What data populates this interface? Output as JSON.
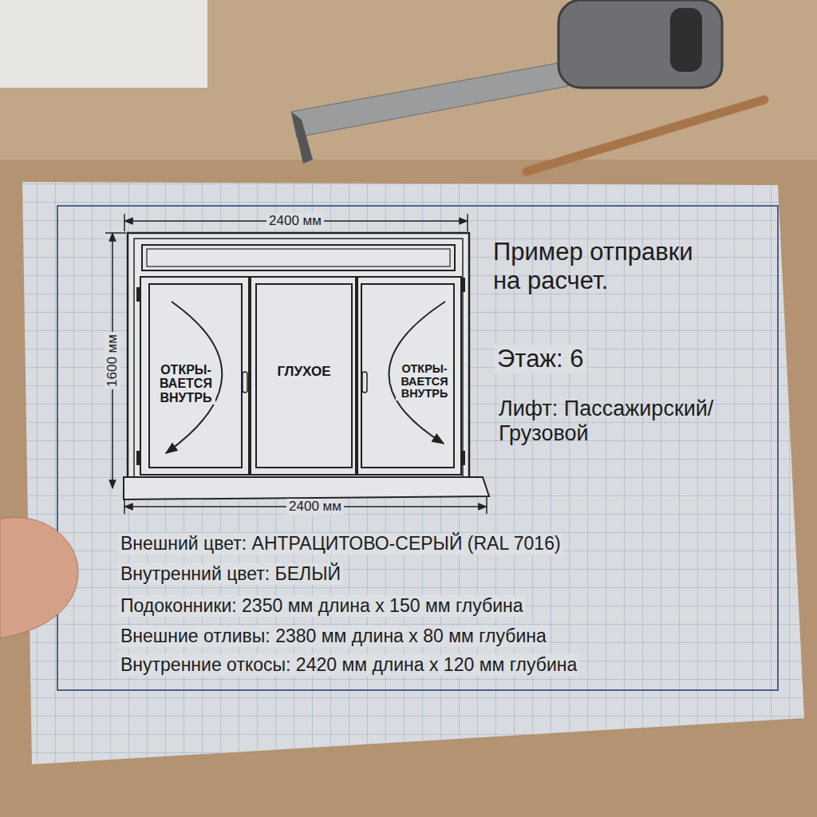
{
  "diagram": {
    "title": "Пример отправки на расчет.",
    "nodes": [
      {
        "text": [
          "ОТКРЫ- ВАЕТСЯ ВНУТРЬ"
        ]
      },
      {
        "text": [
          "ГЛУХОЕ"
        ]
      },
      {
        "text": [
          "ОТКРЫ- ВАЕТСЯ ВНУТРЬ"
        ]
      }
    ],
    "labels": [
      "2400 мм",
      "1600 мм",
      "2400 мм",
      "Этаж: 6",
      "Лифт: Пассажирский/Грузовой",
      "Внешний цвет: АНТРАЦИТОВО-СЕРЫЙ (RAL 7016)",
      "Внутренний цвет: БЕЛЫЙ",
      "Подоконники: 2350 мм длина x 150 мм глубина",
      "Внешние отливы: 2380 мм длина x 80 мм глубина",
      "Внутренние откосы: 2420 мм длина x 120 мм глубина"
    ]
  }
}
